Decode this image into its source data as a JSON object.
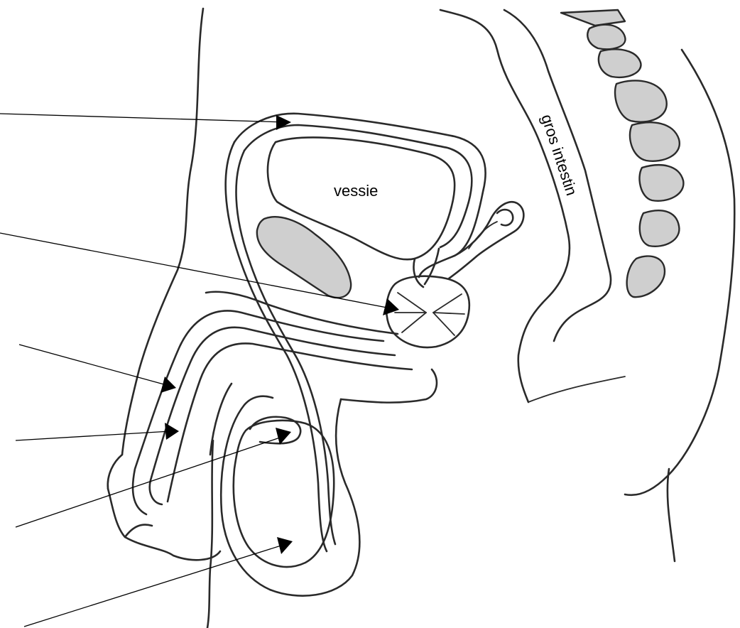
{
  "labels": {
    "bladder": "vessie",
    "large_intestine": "gros intestin"
  },
  "blank_callouts": 6
}
